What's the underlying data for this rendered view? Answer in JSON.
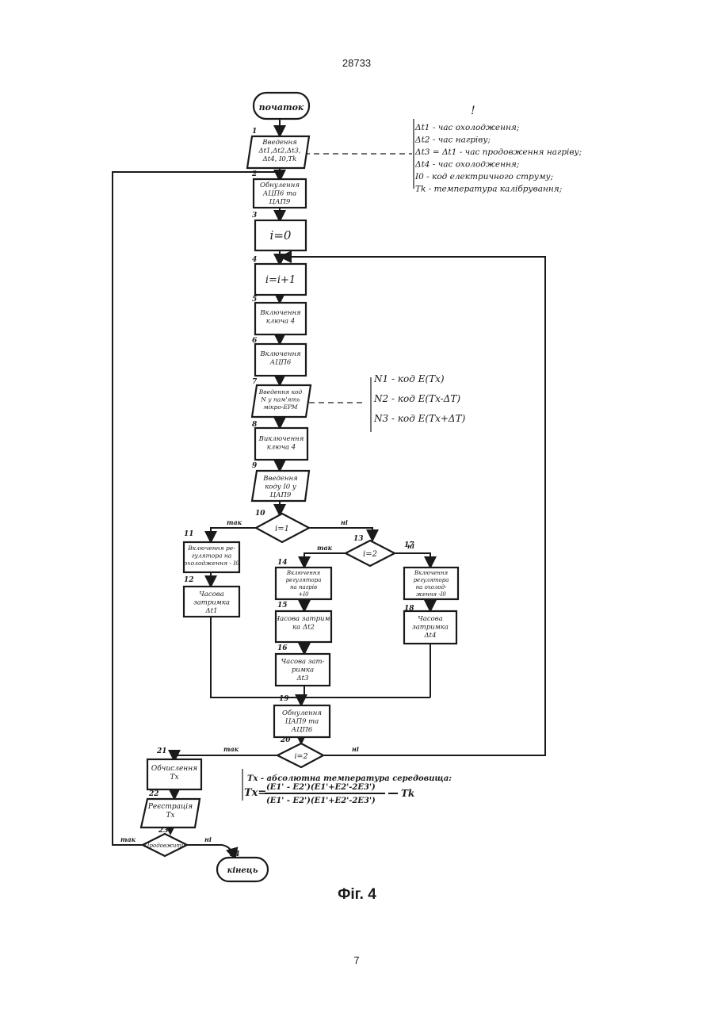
{
  "header": {
    "page_code": "28733"
  },
  "footer": {
    "page_number": "7"
  },
  "figure": {
    "caption": "Фіг. 4",
    "start_label": "початок",
    "end_label": "кінець",
    "blocks": {
      "b1": [
        "Введення",
        "Δt1,Δt2,Δt3,",
        "Δt4, I0,Tk"
      ],
      "b2": [
        "Обнулення",
        "АЦП6 та",
        "ЦАП9"
      ],
      "b3": [
        "i=0"
      ],
      "b4": [
        "i=i+1"
      ],
      "b5": [
        "Включення",
        "ключа 4"
      ],
      "b6": [
        "Включення",
        "АЦП6"
      ],
      "b7": [
        "Введення код",
        "N у пам'ять",
        "мікро-ЕРМ"
      ],
      "b8": [
        "Виключення",
        "ключа 4"
      ],
      "b9": [
        "Введення",
        "коду I0 у",
        "ЦАП9"
      ],
      "b10": [
        "i=1"
      ],
      "b11": [
        "Включення ре-",
        "гулятора на",
        "охолодження - I0"
      ],
      "b12": [
        "Часова",
        "затримка",
        "Δt1"
      ],
      "b13": [
        "i=2"
      ],
      "b14": [
        "Включення",
        "регулятора",
        "на нагрів",
        "+I0"
      ],
      "b15": [
        "Часова затрим-",
        "ка Δt2"
      ],
      "b16": [
        "Часова зат-",
        "римка",
        "Δt3"
      ],
      "b17": [
        "Включення",
        "регулятора",
        "на охолод-",
        "ження -I0"
      ],
      "b18": [
        "Часова",
        "затримка",
        "Δt4"
      ],
      "b19": [
        "Обнулення",
        "ЦАП9 та",
        "АЦП6"
      ],
      "b20": [
        "i=2"
      ],
      "b21": [
        "Обчислення",
        "Tx"
      ],
      "b22": [
        "Реєстрація",
        "Tx"
      ],
      "b23": [
        "Продовжити"
      ]
    },
    "numbers": [
      "1",
      "2",
      "3",
      "4",
      "5",
      "6",
      "7",
      "8",
      "9",
      "10",
      "11",
      "12",
      "13",
      "14",
      "15",
      "16",
      "17",
      "18",
      "19",
      "20",
      "21",
      "22",
      "23",
      "24"
    ],
    "branch_yes": "так",
    "branch_no": "ні",
    "legend_top": [
      "!",
      "Δt1 - час охолодження;",
      "Δt2 - час нагріву;",
      "Δt3 = Δt1 - час продовження нагріву;",
      "Δt4 - час охолодження;",
      "I0 - код електричного струму;",
      "Tk - температура калібрування;"
    ],
    "legend_mid": [
      "N1 - код E(Tx)",
      "N2 - код E(Tx-ΔT)",
      "N3 - код E(Tx+ΔT)"
    ],
    "formula": {
      "note": "Tx - абсолютна температура середовища:",
      "lhs": "Tx=",
      "numerator": "(E1' - E2')(E1'+E2'-2E3')",
      "denominator": "(E1' - E2')(E1'+E2'-2E3')",
      "rhs": "Tk"
    }
  }
}
